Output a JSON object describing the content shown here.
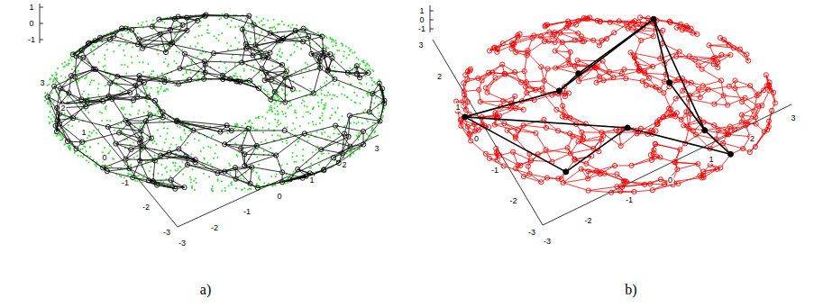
{
  "diagram": {
    "labels": [
      "1",
      "0",
      "-1",
      "3",
      "2",
      "1",
      "0",
      "-1",
      "-2",
      "-3",
      "-3",
      "-2",
      "-1",
      "0",
      "1",
      "2",
      "3",
      "1",
      "0",
      "-1",
      "3",
      "2",
      "1",
      "0",
      "-1",
      "-2",
      "-3",
      "-3",
      "-2",
      "-1",
      "0",
      "1",
      "2",
      "3",
      "a)",
      "b)"
    ]
  }
}
